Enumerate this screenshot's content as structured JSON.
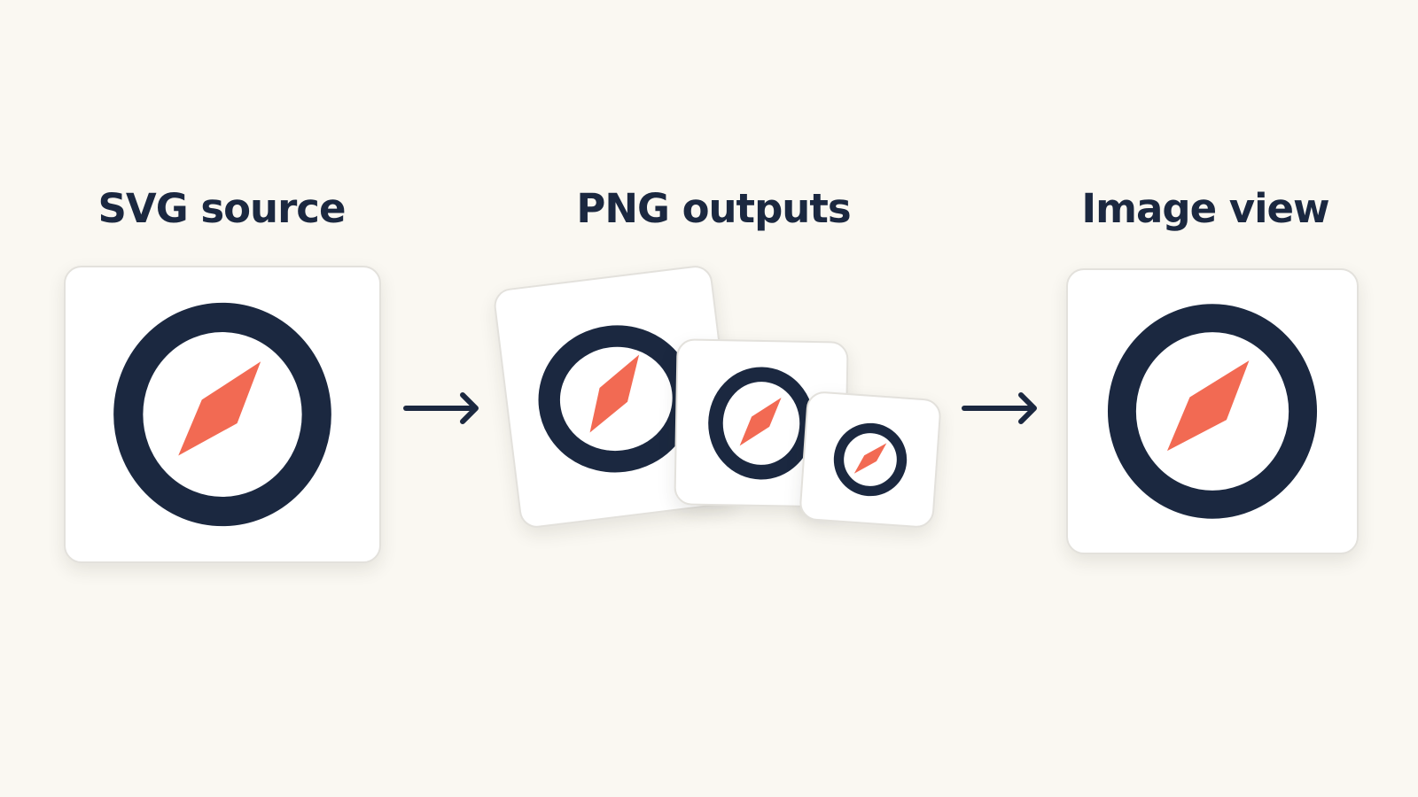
{
  "diagram": {
    "stages": {
      "svg_source": "SVG source",
      "png_outputs": "PNG outputs",
      "image_view": "Image view"
    },
    "png_output_count": 3
  },
  "icon": {
    "name": "compass-icon",
    "ring_color": "#1b2840",
    "needle_color": "#f26a53"
  },
  "colors": {
    "background": "#faf8f2",
    "card": "#ffffff",
    "card_border": "#e3e1dc",
    "text": "#1b2840",
    "arrow": "#1b2840"
  }
}
